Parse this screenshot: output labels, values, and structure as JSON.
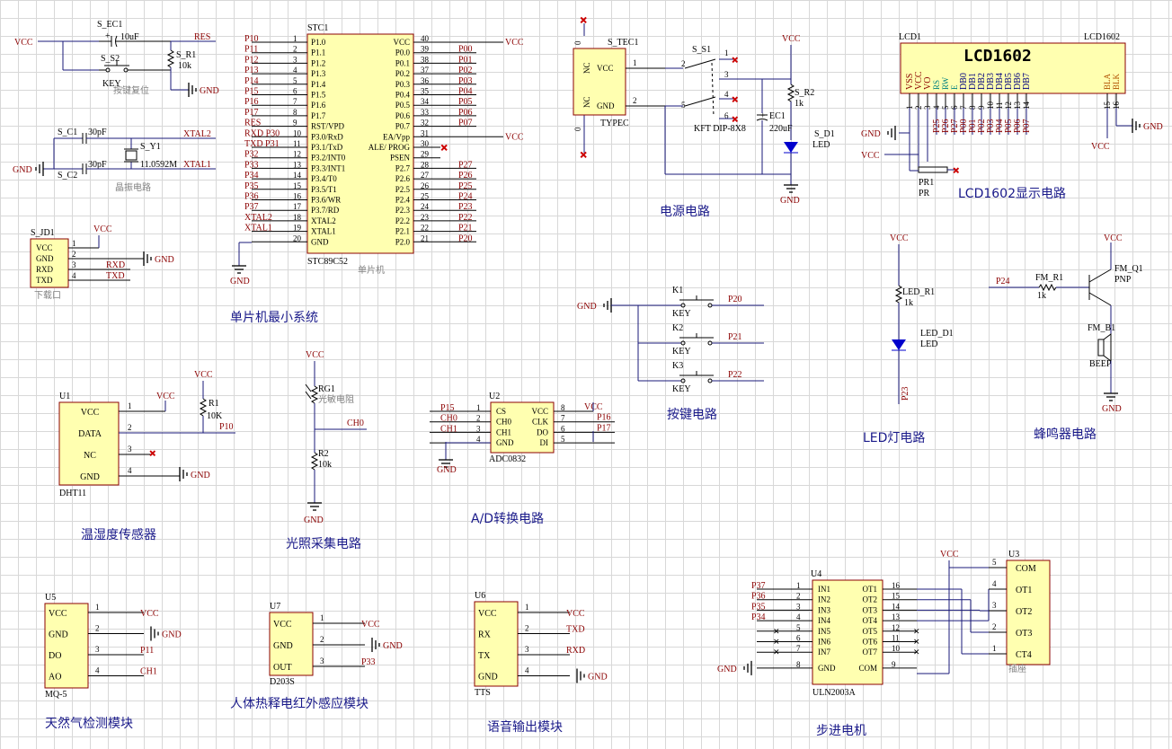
{
  "captions": {
    "mcu": "单片机最小系统",
    "power": "电源电路",
    "lcd": "LCD1602显示电路",
    "keys": "按键电路",
    "led": "LED灯电路",
    "buzzer": "蜂鸣器电路",
    "dht": "温湿度传感器",
    "light": "光照采集电路",
    "adc": "A/D转换电路",
    "gas": "天然气检测模块",
    "pir": "人体热释电红外感应模块",
    "tts": "语音输出模块",
    "stepper": "步进电机"
  },
  "reset": {
    "cap_ref": "S_EC1",
    "cap_val": "10uF",
    "sw_ref": "S_S2",
    "sw_val": "KEY",
    "res_ref": "S_R1",
    "res_val": "10k",
    "net": "RES",
    "vcc": "VCC",
    "gnd": "GND",
    "note": "按键复位"
  },
  "crystal": {
    "c1": "S_C1",
    "c1v": "30pF",
    "c2": "S_C2",
    "c2v": "30pF",
    "y": "S_Y1",
    "yv": "11.0592M",
    "xt2": "XTAL2",
    "xt1": "XTAL1",
    "gnd": "GND",
    "note": "晶振电路"
  },
  "download": {
    "ref": "S_JD1",
    "pins": [
      "VCC",
      "GND",
      "RXD",
      "TXD"
    ],
    "nums": [
      "1",
      "2",
      "3",
      "4"
    ],
    "vcc": "VCC",
    "gnd": "GND",
    "rxd": "RXD",
    "txd": "TXD",
    "note": "下载口"
  },
  "mcu": {
    "ref": "STC1",
    "part": "STC89C52",
    "note": "单片机",
    "left_nets": [
      "P10",
      "P11",
      "P12",
      "P13",
      "P14",
      "P15",
      "P16",
      "P17",
      "RES",
      "RXD P30",
      "TXD P31",
      "P32",
      "P33",
      "P34",
      "P35",
      "P36",
      "P37",
      "XTAL2",
      "XTAL1",
      ""
    ],
    "left_pins": [
      "P1.0",
      "P1.1",
      "P1.2",
      "P1.3",
      "P1.4",
      "P1.5",
      "P1.6",
      "P1.7",
      "RST/VPD",
      "P3.0/RxD",
      "P3.1/TxD",
      "P3.2/INT0",
      "P3.3/INT1",
      "P3.4/T0",
      "P3.5/T1",
      "P3.6/WR",
      "P3.7/RD",
      "XTAL2",
      "XTAL1",
      "GND"
    ],
    "left_nums": [
      "1",
      "2",
      "3",
      "4",
      "5",
      "6",
      "7",
      "8",
      "9",
      "10",
      "11",
      "12",
      "13",
      "14",
      "15",
      "16",
      "17",
      "18",
      "19",
      "20"
    ],
    "right_pins": [
      "VCC",
      "P0.0",
      "P0.1",
      "P0.2",
      "P0.3",
      "P0.4",
      "P0.5",
      "P0.6",
      "P0.7",
      "EA/Vpp",
      "ALE/ PROG",
      "PSEN",
      "P2.7",
      "P2.6",
      "P2.5",
      "P2.4",
      "P2.3",
      "P2.2",
      "P2.1",
      "P2.0"
    ],
    "right_nums": [
      "40",
      "39",
      "38",
      "37",
      "36",
      "35",
      "34",
      "33",
      "32",
      "31",
      "30",
      "29",
      "28",
      "27",
      "26",
      "25",
      "24",
      "23",
      "22",
      "21"
    ],
    "right_nets": [
      "VCC",
      "P00",
      "P01",
      "P02",
      "P03",
      "P04",
      "P05",
      "P06",
      "P07",
      "VCC",
      "",
      "",
      "P27",
      "P26",
      "P25",
      "P24",
      "P23",
      "P22",
      "P21",
      "P20"
    ],
    "gnd": "GND"
  },
  "power": {
    "tec": "S_TEC1",
    "tec_type": "TYPEC",
    "nc": "NC",
    "vcc_pin": "VCC",
    "gnd_pin": "GND",
    "sw": "S_S1",
    "sw_part": "KFT DIP-8X8",
    "ec": "EC1",
    "ecv": "220uF",
    "r": "S_R2",
    "rv": "1k",
    "d": "S_D1",
    "dv": "LED",
    "vcc": "VCC",
    "gnd": "GND",
    "tec_nums": [
      "1",
      "2"
    ],
    "sw_nums": [
      "1",
      "2",
      "3",
      "4",
      "5",
      "6"
    ],
    "zero": "0"
  },
  "lcd": {
    "ref": "LCD1",
    "part": "LCD1602",
    "title": "LCD1602",
    "pins": [
      "VSS",
      "VCC",
      "VO",
      "RS",
      "RW",
      "E",
      "DB0",
      "DB1",
      "DB2",
      "DB3",
      "DB4",
      "DB5",
      "DB6",
      "DB7",
      "BLA",
      "BLK"
    ],
    "nums": [
      "1",
      "2",
      "3",
      "4",
      "5",
      "6",
      "7",
      "8",
      "9",
      "10",
      "11",
      "12",
      "13",
      "14",
      "15",
      "16"
    ],
    "nets": [
      "",
      "",
      "",
      "P25",
      "P26",
      "P27",
      "P00",
      "P01",
      "P02",
      "P03",
      "P04",
      "P05",
      "P06",
      "P07",
      "",
      ""
    ],
    "pr": "PR1",
    "prv": "PR",
    "gnd": "GND",
    "vcc": "VCC"
  },
  "keys": {
    "gnd": "GND",
    "items": [
      {
        "ref": "K1",
        "val": "KEY",
        "net": "P20"
      },
      {
        "ref": "K2",
        "val": "KEY",
        "net": "P21"
      },
      {
        "ref": "K3",
        "val": "KEY",
        "net": "P22"
      }
    ]
  },
  "led": {
    "vcc": "VCC",
    "r": "LED_R1",
    "rv": "1k",
    "d": "LED_D1",
    "dv": "LED",
    "net": "P23"
  },
  "buzzer": {
    "net": "P24",
    "r": "FM_R1",
    "rv": "1k",
    "q": "FM_Q1",
    "qv": "PNP",
    "b": "FM_B1",
    "bv": "BEEP",
    "vcc": "VCC",
    "gnd": "GND"
  },
  "dht": {
    "ref": "U1",
    "part": "DHT11",
    "pins": [
      "VCC",
      "DATA",
      "NC",
      "GND"
    ],
    "nums": [
      "1",
      "2",
      "3",
      "4"
    ],
    "vcc": "VCC",
    "vcc2": "VCC",
    "r": "R1",
    "rv": "10K",
    "net": "P10",
    "gnd": "GND"
  },
  "light": {
    "vcc": "VCC",
    "rg": "RG1",
    "rgv": "光敏电阻",
    "net": "CH0",
    "r": "R2",
    "rv": "10k",
    "gnd": "GND"
  },
  "adc": {
    "ref": "U2",
    "part": "ADC0832",
    "left_nets": [
      "P15",
      "CH0",
      "CH1",
      ""
    ],
    "left_pins": [
      "CS",
      "CH0",
      "CH1",
      "GND"
    ],
    "left_nums": [
      "1",
      "2",
      "3",
      "4"
    ],
    "right_pins": [
      "VCC",
      "CLK",
      "DO",
      "DI"
    ],
    "right_nums": [
      "8",
      "7",
      "6",
      "5"
    ],
    "right_nets": [
      "VCC",
      "P16",
      "P17",
      ""
    ],
    "gnd": "GND"
  },
  "gas": {
    "ref": "U5",
    "part": "MQ-5",
    "pins": [
      "VCC",
      "GND",
      "DO",
      "AO"
    ],
    "nums": [
      "1",
      "2",
      "3",
      "4"
    ],
    "nets": [
      "VCC",
      "GND",
      "P11",
      "CH1"
    ]
  },
  "pir": {
    "ref": "U7",
    "part": "D203S",
    "pins": [
      "VCC",
      "GND",
      "OUT"
    ],
    "nums": [
      "1",
      "2",
      "3"
    ],
    "nets": [
      "VCC",
      "GND",
      "P33"
    ]
  },
  "tts": {
    "ref": "U6",
    "part": "TTS",
    "pins": [
      "VCC",
      "RX",
      "TX",
      "GND"
    ],
    "nums": [
      "1",
      "2",
      "3",
      "4"
    ],
    "nets": [
      "VCC",
      "TXD",
      "RXD",
      "GND"
    ]
  },
  "stepper": {
    "ref": "U4",
    "part": "ULN2003A",
    "in_pins": [
      "IN1",
      "IN2",
      "IN3",
      "IN4",
      "IN5",
      "IN6",
      "IN7",
      "GND"
    ],
    "in_nums": [
      "1",
      "2",
      "3",
      "4",
      "5",
      "6",
      "7",
      "8"
    ],
    "in_nets": [
      "P37",
      "P36",
      "P35",
      "P34",
      "",
      "",
      "",
      "GND"
    ],
    "out_pins": [
      "OT1",
      "OT2",
      "OT3",
      "OT4",
      "OT5",
      "OT6",
      "OT7",
      "COM"
    ],
    "out_nums": [
      "16",
      "15",
      "14",
      "13",
      "12",
      "11",
      "10",
      "9"
    ],
    "vcc": "VCC",
    "socket_ref": "U3",
    "socket_note": "插座",
    "socket_pins": [
      "COM",
      "OT1",
      "OT2",
      "OT3",
      "CT4"
    ],
    "socket_nums": [
      "5",
      "4",
      "3",
      "2",
      "1"
    ]
  }
}
